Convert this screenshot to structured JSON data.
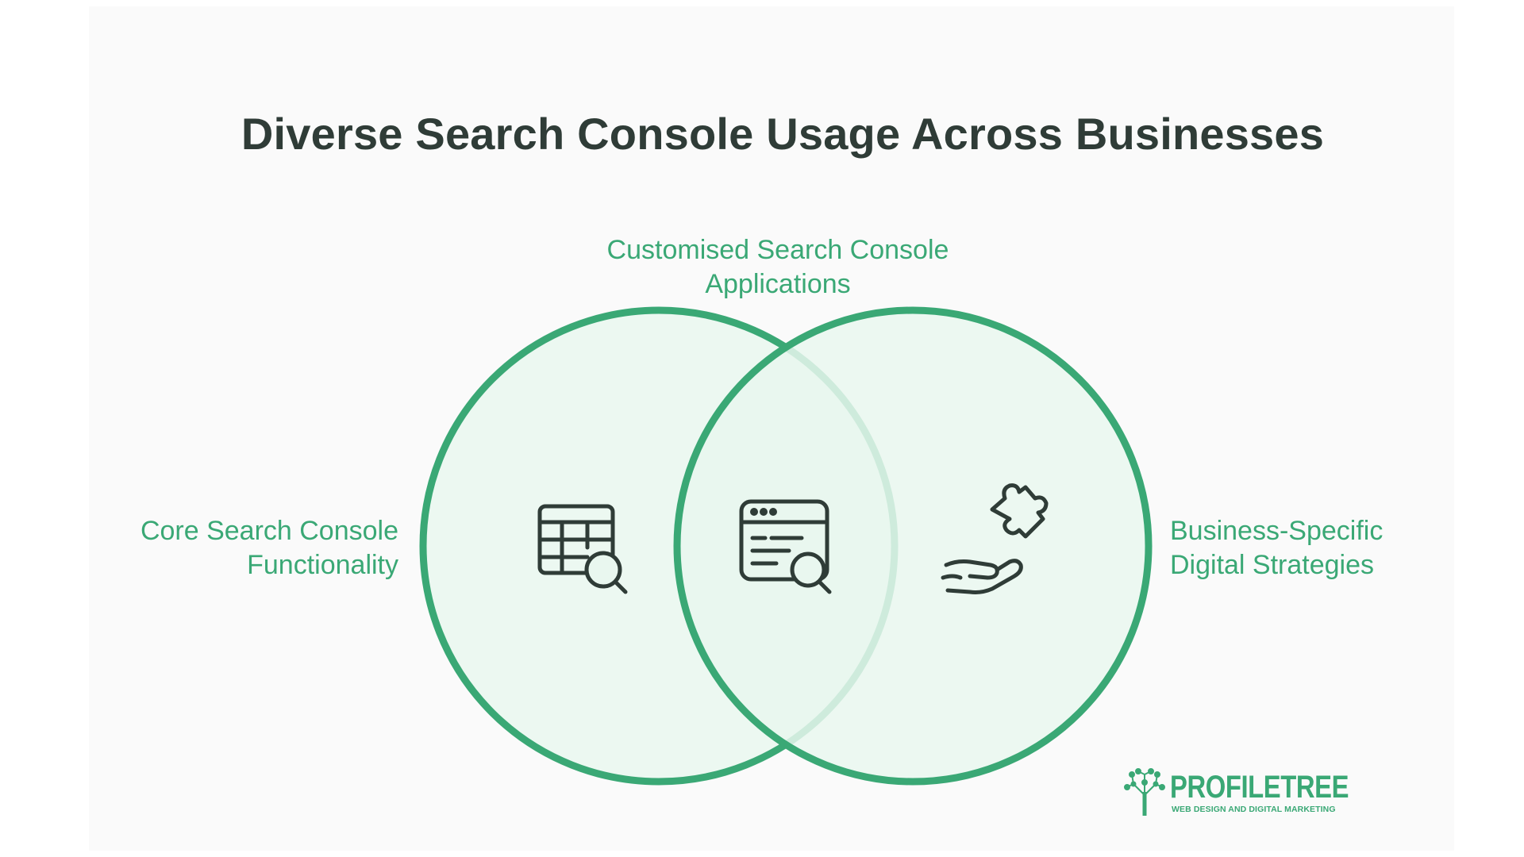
{
  "diagram": {
    "title": "Diverse Search Console Usage Across Businesses",
    "labels": {
      "top_line1": "Customised Search Console",
      "top_line2": "Applications",
      "left_line1": "Core Search Console",
      "left_line2": "Functionality",
      "right_line1": "Business-Specific",
      "right_line2": "Digital Strategies"
    },
    "icons": {
      "left": "table-search-icon",
      "center": "browser-search-icon",
      "right": "hand-puzzle-icon"
    },
    "colors": {
      "accent": "#3aa875",
      "circle_fill": "#e9f7ef",
      "title": "#2f3c37",
      "icon": "#2f3c37"
    }
  },
  "brand": {
    "name": "PROFILETREE",
    "tagline": "WEB DESIGN AND DIGITAL MARKETING"
  }
}
